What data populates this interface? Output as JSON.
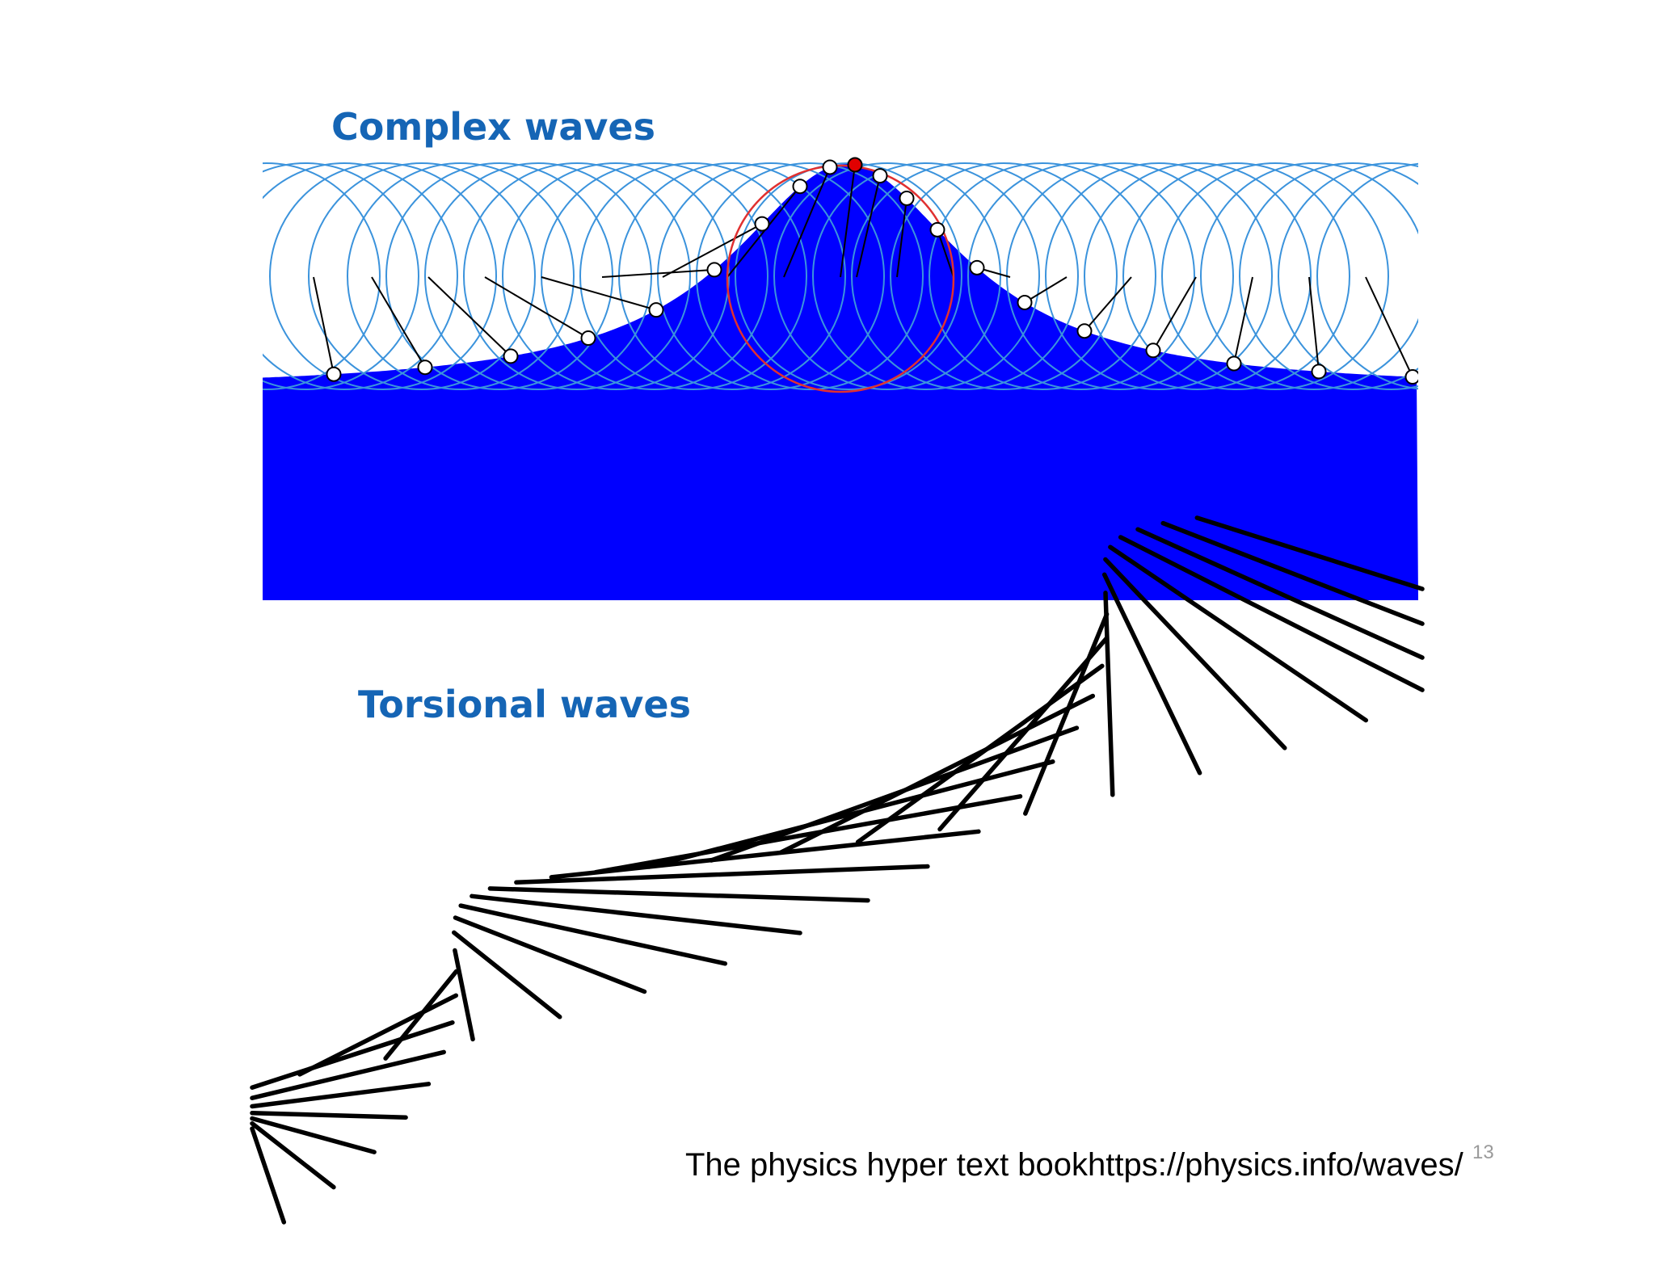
{
  "complex": {
    "title": "Complex waves"
  },
  "torsional": {
    "title": "Torsional waves"
  },
  "footer": {
    "citation": "The physics hyper text bookhttps://physics.info/waves/",
    "slide_number": "13"
  },
  "colors": {
    "title": "#1565b5",
    "water": "#0000ff",
    "orbit": "#3b93dc",
    "highlight_orbit": "#e03030",
    "highlight_particle": "#e00000",
    "particle": "#ffffff",
    "rod": "#000000"
  }
}
